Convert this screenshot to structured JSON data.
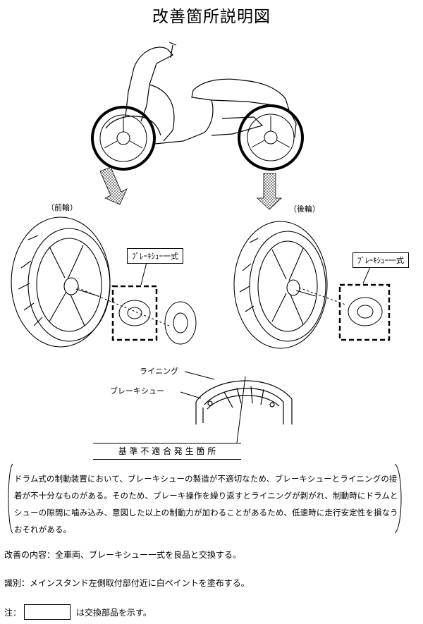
{
  "title": "改善箇所説明図",
  "labels": {
    "front_wheel": "（前輪）",
    "rear_wheel": "（後輪）",
    "brake_shoe_set_front": "ﾌﾞﾚｰｷｼｭｰ一式",
    "brake_shoe_set_rear": "ﾌﾞﾚｰｷｼｭｰ一式",
    "lining": "ライニング",
    "brake_shoe": "ブレーキシュー",
    "defect_location": "基 準 不 適 合 発 生 箇 所"
  },
  "description": "ドラム式の制動装置において、ブレーキシューの製造が不適切なため、ブレーキシューとライニングの接着が不十分なものがある。そのため、ブレーキ操作を繰り返すとライニングが剥がれ、制動時にドラムとシューの隙間に噛み込み、意図した以上の制動力が加わることがあるため、低速時に走行安定性を損なうおそれがある。",
  "remedy": "改善の内容：全車両、ブレーキシュー一式を良品と交換する。",
  "identification": "識別：メインスタンド左側取付部付近に白ペイントを塗布する。",
  "note": {
    "prefix": "注：",
    "suffix": "は交換部品を示す。"
  }
}
